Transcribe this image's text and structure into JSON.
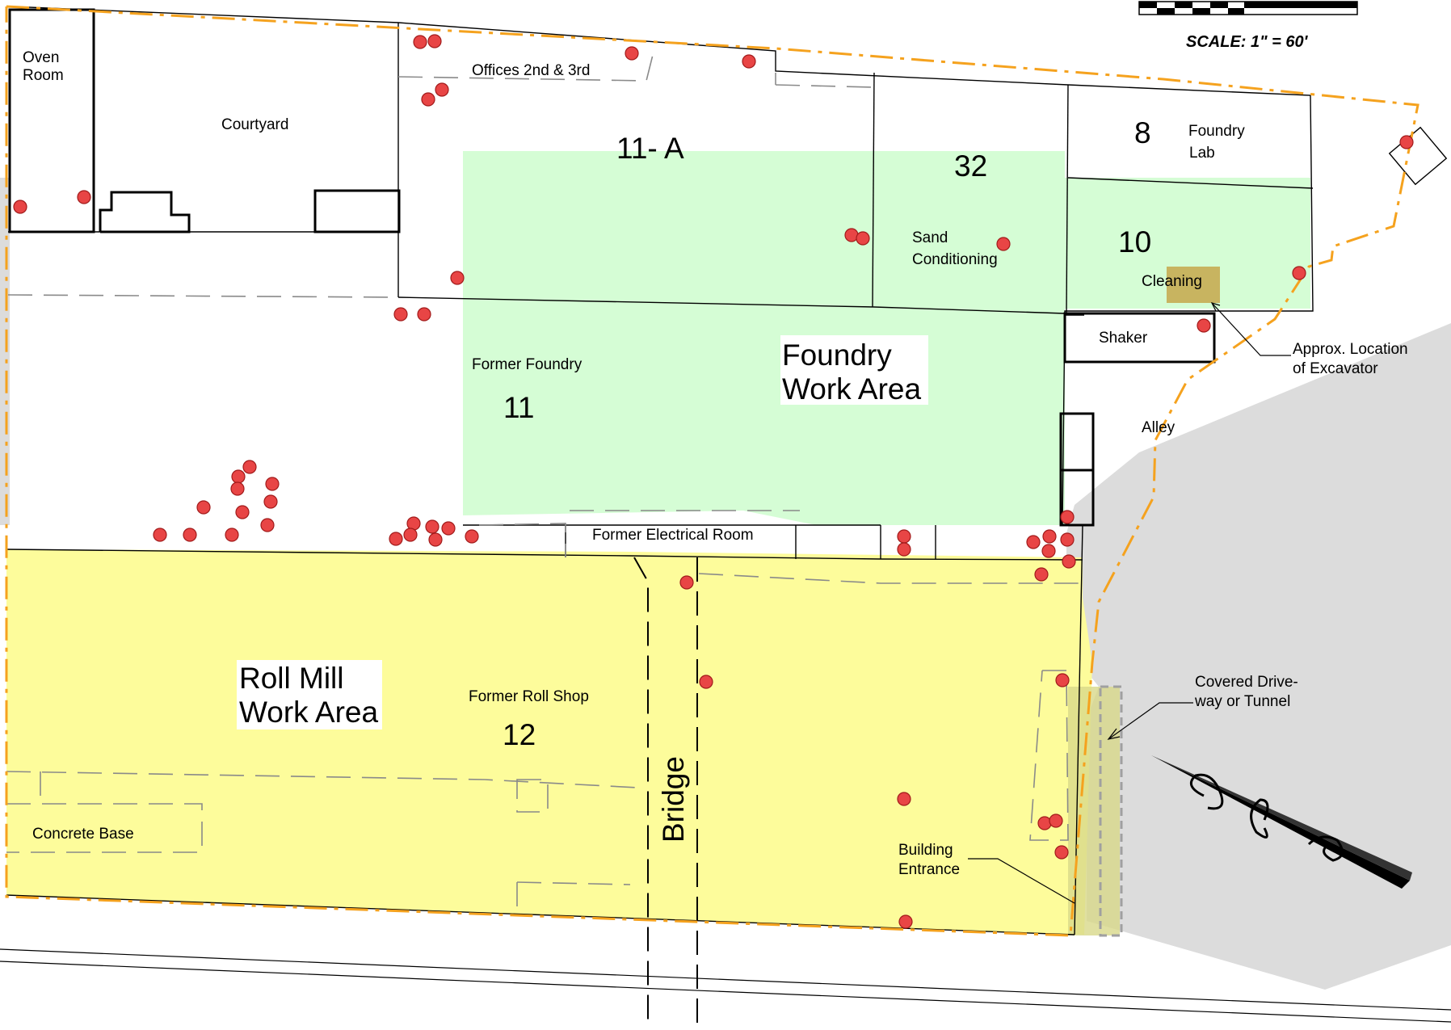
{
  "scale": {
    "text": "SCALE: 1\" = 60'"
  },
  "labels": {
    "oven_room_1": "Oven",
    "oven_room_2": "Room",
    "courtyard": "Courtyard",
    "offices": "Offices 2nd & 3rd",
    "area_11a": "11- A",
    "area_32": "32",
    "area_8": "8",
    "foundry_lab_1": "Foundry",
    "foundry_lab_2": "Lab",
    "sand_1": "Sand",
    "sand_2": "Conditioning",
    "area_10": "10",
    "cleaning": "Cleaning",
    "shaker": "Shaker",
    "excavator_1": "Approx. Location",
    "excavator_2": "of Excavator",
    "former_foundry": "Former Foundry",
    "area_11": "11",
    "foundry_work_1": "Foundry",
    "foundry_work_2": "Work Area",
    "alley": "Alley",
    "former_electrical": "Former Electrical Room",
    "roll_mill_1": "Roll Mill",
    "roll_mill_2": "Work Area",
    "former_roll_shop": "Former Roll Shop",
    "area_12": "12",
    "bridge": "Bridge",
    "concrete_base": "Concrete Base",
    "building_entrance_1": "Building",
    "building_entrance_2": "Entrance",
    "driveway_1": "Covered Drive-",
    "driveway_2": "way or Tunnel"
  },
  "colors": {
    "foundry_area": "#d5fdd5",
    "roll_mill_area": "#fdfc9b",
    "excavator": "#c8b460",
    "site_boundary": "#f5a21e",
    "sample_point": "#e84545",
    "offsite": "#dcdcdc"
  }
}
